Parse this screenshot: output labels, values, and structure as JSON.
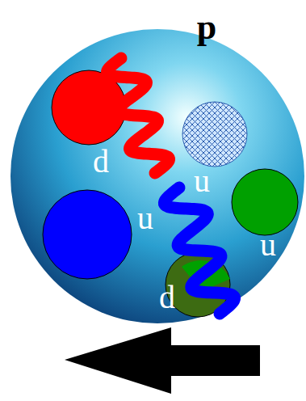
{
  "diagram": {
    "labels": [
      "p",
      "d",
      "u",
      "u",
      "u",
      "d"
    ]
  }
}
